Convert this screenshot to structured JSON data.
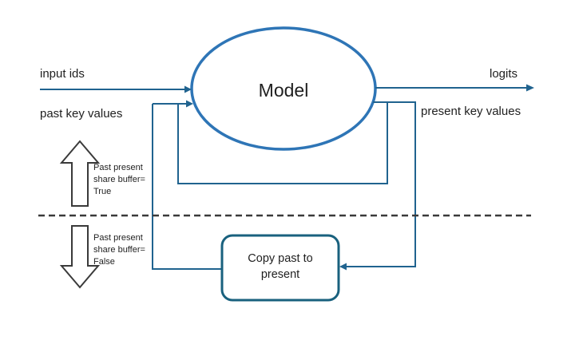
{
  "labels": {
    "input_ids": "input ids",
    "past_key_values": "past key values",
    "logits": "logits",
    "present_key_values": "present key values",
    "model": "Model"
  },
  "copy_box": {
    "lines": [
      "Copy past to",
      "present"
    ]
  },
  "notes": {
    "true": [
      "Past present",
      "share buffer=",
      "True"
    ],
    "false": [
      "Past present",
      "share buffer=",
      "False"
    ]
  },
  "colors": {
    "connector": "#20638F",
    "ellipse_stroke": "#2E75B6",
    "box_stroke": "#19617E",
    "arrow_outline": "#3A3A3A",
    "dashed_line": "#3A3A3A",
    "text": "#1F1F1F",
    "background": "#FFFFFF"
  }
}
